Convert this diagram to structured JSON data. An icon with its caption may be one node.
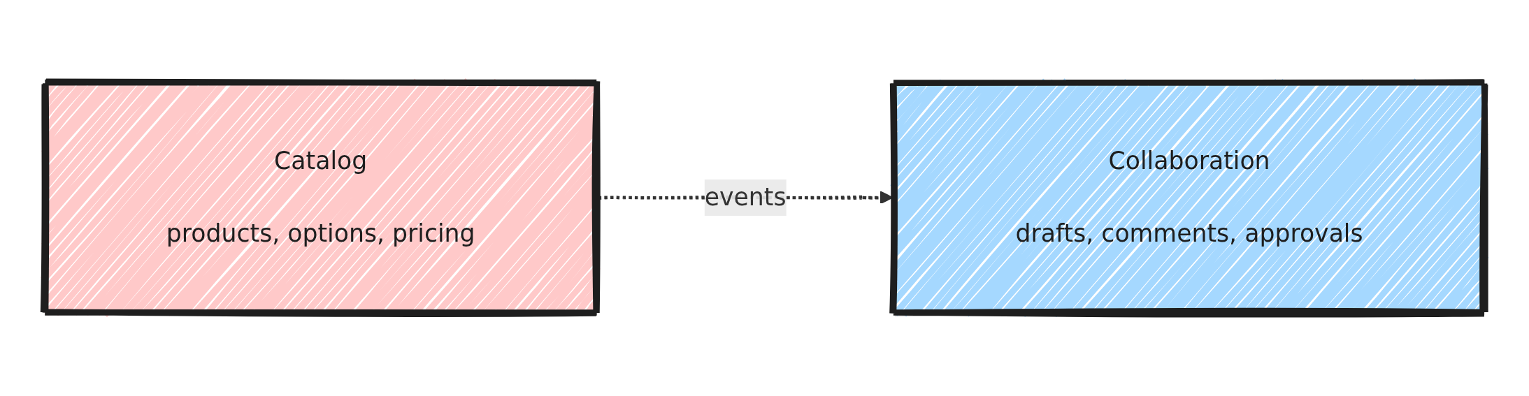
{
  "diagram": {
    "nodes": [
      {
        "text": [
          "Catalog",
          "products, options, pricing"
        ]
      },
      {
        "text": [
          "Collaboration",
          "drafts, comments, approvals"
        ]
      }
    ],
    "edges": [
      {
        "from": 0,
        "to": 1,
        "arrow": "to",
        "label": "events",
        "style": "dashed"
      }
    ]
  }
}
